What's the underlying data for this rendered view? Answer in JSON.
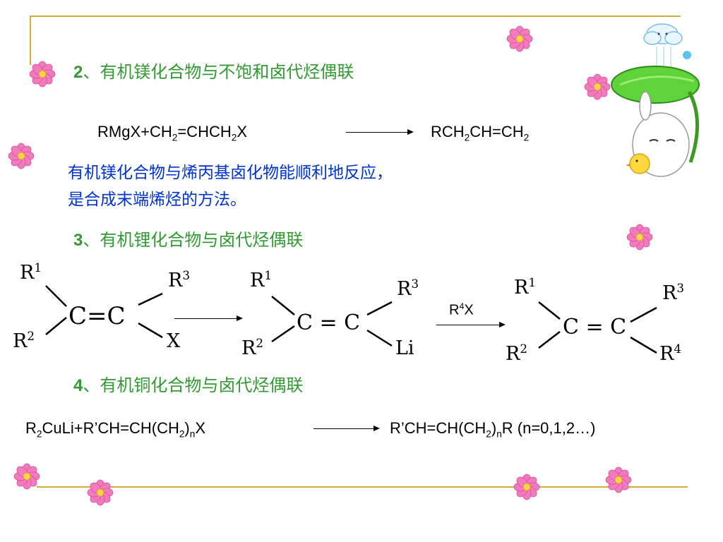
{
  "section2": {
    "heading_num": "2",
    "heading_text": "、有机镁化合物与不饱和卤代烃偶联",
    "eq_lhs": "RMgX+CH",
    "eq_lhs_sub1": "2",
    "eq_lhs_mid": "=CHCH",
    "eq_lhs_sub2": "2",
    "eq_lhs_end": "X",
    "eq_rhs_a": "RCH",
    "eq_rhs_sub1": "2",
    "eq_rhs_b": "CH=CH",
    "eq_rhs_sub2": "2",
    "note_line1": "有机镁化合物与烯丙基卤化物能顺利地反应，",
    "note_line2": "是合成末端烯烃的方法。"
  },
  "section3": {
    "heading_num": "3",
    "heading_text": "、有机锂化合物与卤代烃偶联",
    "m1": {
      "r1": "R",
      "r1_sup": "1",
      "r2": "R",
      "r2_sup": "2",
      "r3": "R",
      "r3_sup": "3",
      "x": "X",
      "core": "C=C"
    },
    "m2": {
      "r1": "R",
      "r1_sup": "1",
      "r2": "R",
      "r2_sup": "2",
      "r3": "R",
      "r3_sup": "3",
      "li": "Li",
      "core": "C = C"
    },
    "reagent": "R",
    "reagent_sup": "4",
    "reagent_end": "X",
    "m3": {
      "r1": "R",
      "r1_sup": "1",
      "r2": "R",
      "r2_sup": "2",
      "r3": "R",
      "r3_sup": "3",
      "r4": "R",
      "r4_sup": "4",
      "core": "C = C"
    }
  },
  "section4": {
    "heading_num": "4",
    "heading_text": "、有机铜化合物与卤代烃偶联",
    "lhs_a": "R",
    "lhs_sub1": "2",
    "lhs_b": "CuLi+R’CH=CH(CH",
    "lhs_sub2": "2",
    "lhs_c": ")",
    "lhs_sub3": "n",
    "lhs_d": "X",
    "rhs_a": "R’CH=CH(CH",
    "rhs_sub1": "2",
    "rhs_b": ")",
    "rhs_sub2": "n",
    "rhs_c": "R (n=0,1,2…)"
  },
  "colors": {
    "heading": "#339933",
    "note": "#0033cc",
    "frame": "#d4ac3a",
    "flower": "#f06ab0"
  },
  "icons": [
    "flower-icon",
    "umbrella-bunny-icon",
    "cloud-icon",
    "chick-icon"
  ]
}
